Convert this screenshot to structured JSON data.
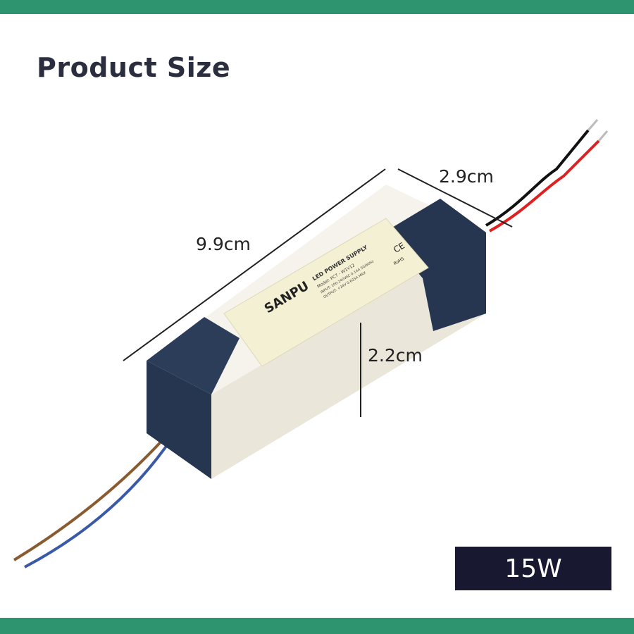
{
  "title": "Product Size",
  "dimensions": {
    "length": "9.9cm",
    "width": "2.9cm",
    "height": "2.2cm"
  },
  "badge": "15W",
  "product_label": {
    "brand": "SANPU",
    "heading": "LED POWER SUPPLY",
    "model": "Model: PC7 - W1V12",
    "input": "INPUT: 100-240VAC 0.14A 50/60Hz",
    "output": "OUTPUT: +24V 0.625A MAX",
    "certs": [
      "CE",
      "RoHS"
    ]
  },
  "colors": {
    "accent": "#2e9470",
    "badge_bg": "#181830",
    "cap": "#263650",
    "body": "#f2eee4",
    "label": "#f4f0d4"
  }
}
